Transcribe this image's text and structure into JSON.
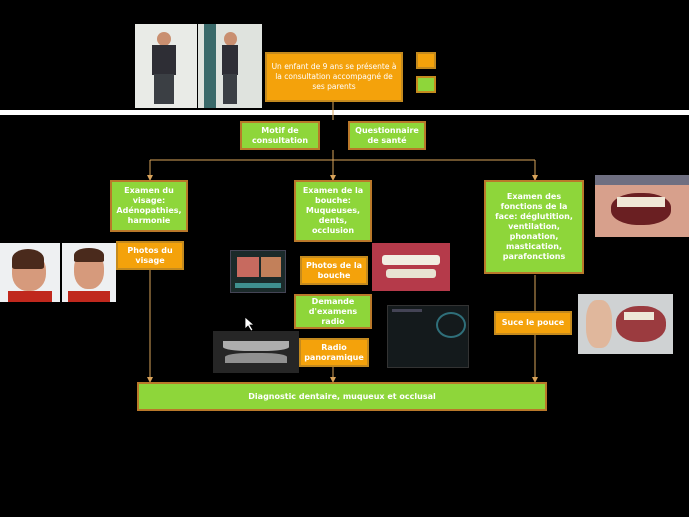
{
  "title_box": "Un enfant de 9 ans se présente à la consultation accompagné de ses parents",
  "motif": "Motif de consultation",
  "questionnaire": "Questionnaire de santé",
  "exam_visage": "Examen du visage: Adénopathies, harmonie",
  "exam_bouche": "Examen de la bouche: Muqueuses, dents, occlusion",
  "exam_fonctions": "Examen des fonctions de la face: déglutition, ventilation, phonation, mastication, parafonctions",
  "photos_visage": "Photos du visage",
  "photos_bouche": "Photos de la bouche",
  "demande_radio": "Demande d'examens radio",
  "radio_panoramique": "Radio panoramique",
  "suce_pouce": "Suce le pouce",
  "diagnostic": "Diagnostic dentaire, muqueux et occlusal",
  "colors": {
    "green": "#8ed63a",
    "orange": "#f4a20b",
    "line": "#d9a35a"
  }
}
